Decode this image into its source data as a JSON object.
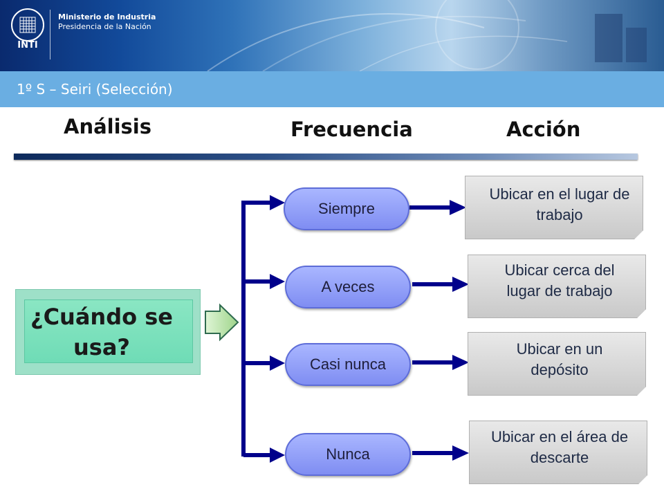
{
  "header": {
    "logo_text": "INTI",
    "ministry_line1": "Ministerio de Industria",
    "ministry_line2": "Presidencia de la Nación",
    "subtitle": "1º S – Seiri (Selección)"
  },
  "columns": {
    "analysis": "Análisis",
    "frequency": "Frecuencia",
    "action": "Acción"
  },
  "question": {
    "line1": "¿Cuándo se",
    "line2": "usa?"
  },
  "rows": [
    {
      "frequency": "Siempre",
      "action_line1": "Ubicar en el lugar de",
      "action_line2": "trabajo"
    },
    {
      "frequency": "A veces",
      "action_line1": "Ubicar cerca del",
      "action_line2": "lugar de trabajo"
    },
    {
      "frequency": "Casi nunca",
      "action_line1": "Ubicar en un",
      "action_line2": "depósito"
    },
    {
      "frequency": "Nunca",
      "action_line1": "Ubicar en el área de",
      "action_line2": "descarte"
    }
  ],
  "colors": {
    "arrow": "#00008b",
    "pill": "#8b98f6",
    "question_box": "#7de2bd",
    "subbar": "#6aaee2"
  }
}
